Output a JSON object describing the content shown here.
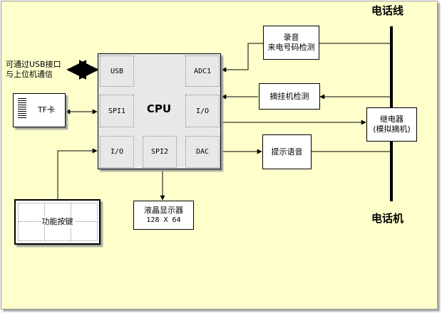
{
  "titles": {
    "phone_line": "电话线",
    "phone_set": "电话机"
  },
  "cpu": {
    "label": "CPU",
    "ports": {
      "usb": "USB",
      "adc1": "ADC1",
      "spi1": "SPI1",
      "io_right": "I/O",
      "io_left": "I/O",
      "spi2": "SPI2",
      "dac": "DAC"
    }
  },
  "usb_note": {
    "line1": "可通过USB接口",
    "line2": "与上位机通信"
  },
  "tf_card": {
    "label": "TF卡"
  },
  "keys": {
    "label": "功能按键"
  },
  "lcd": {
    "line1": "液晶显示器",
    "line2": "128 X 64"
  },
  "caller_id": {
    "line1": "录音",
    "line2": "来电号码检测"
  },
  "hook_detect": {
    "label": "摘挂机检测"
  },
  "voice_prompt": {
    "label": "提示语音"
  },
  "relay": {
    "line1": "继电器",
    "line2": "(模拟摘机)"
  },
  "colors": {
    "background": "#ffffcc",
    "cpu_fill": "#e8e8e8",
    "line": "#000000"
  }
}
